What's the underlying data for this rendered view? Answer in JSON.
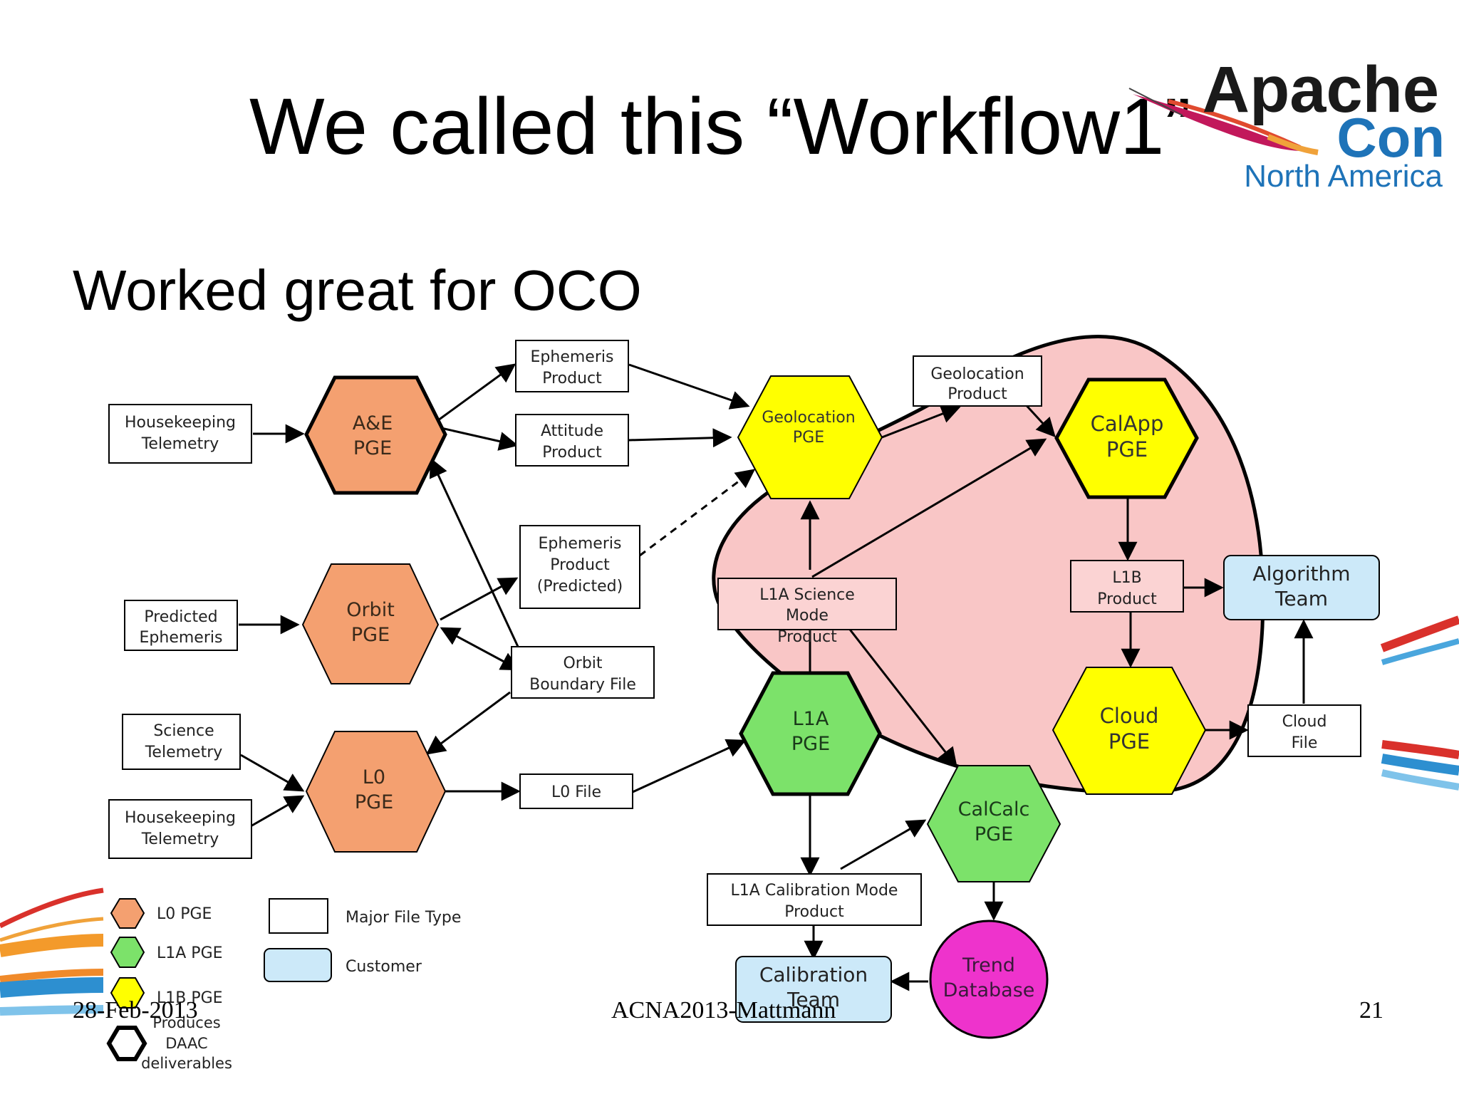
{
  "slide": {
    "title": "We called this “Workflow1”",
    "subtitle": "Worked great for OCO",
    "footer_date": "28-Feb-2013",
    "footer_center": "ACNA2013-Mattmann",
    "page_number": "21"
  },
  "logo": {
    "line1": "Apache",
    "line2": "Con",
    "line3": "North America"
  },
  "colors": {
    "l0_pge": "#f4a070",
    "l1a_pge": "#7ce26a",
    "l1b_pge": "#ffff00",
    "customer": "#cce9f9",
    "trend_db": "#ee33cc",
    "blob": "#f9c6c6"
  },
  "diagram": {
    "pge": {
      "ae": [
        "A&E",
        "PGE"
      ],
      "orbit": [
        "Orbit",
        "PGE"
      ],
      "l0": [
        "L0",
        "PGE"
      ],
      "geoloc": [
        "Geolocation",
        "PGE"
      ],
      "l1a": [
        "L1A",
        "PGE"
      ],
      "calapp": [
        "CalApp",
        "PGE"
      ],
      "cloud": [
        "Cloud",
        "PGE"
      ],
      "calcalc": [
        "CalCalc",
        "PGE"
      ]
    },
    "files": {
      "hk_telemetry_1": [
        "Housekeeping",
        "Telemetry"
      ],
      "predicted_ephemeris": [
        "Predicted",
        "Ephemeris"
      ],
      "science_telemetry": [
        "Science",
        "Telemetry"
      ],
      "hk_telemetry_2": [
        "Housekeeping",
        "Telemetry"
      ],
      "ephemeris_product": [
        "Ephemeris",
        "Product"
      ],
      "attitude_product": [
        "Attitude",
        "Product"
      ],
      "ephemeris_predicted": [
        "Ephemeris",
        "Product",
        "(Predicted)"
      ],
      "orbit_boundary": [
        "Orbit",
        "Boundary File"
      ],
      "l0_file": [
        "L0 File"
      ],
      "geolocation_product": [
        "Geolocation",
        "Product"
      ],
      "l1a_science": [
        "L1A Science",
        "Mode",
        "Product"
      ],
      "l1b_product": [
        "L1B",
        "Product"
      ],
      "cloud_file": [
        "Cloud",
        "File"
      ],
      "l1a_calibration": [
        "L1A Calibration Mode",
        "Product"
      ]
    },
    "customers": {
      "algorithm_team": [
        "Algorithm",
        "Team"
      ],
      "calibration_team": [
        "Calibration",
        "Team"
      ]
    },
    "trend_database": [
      "Trend",
      "Database"
    ],
    "legend": {
      "l0_pge": "L0 PGE",
      "l1a_pge": "L1A PGE",
      "l1b_pge": "L1B PGE",
      "daac": [
        "Produces",
        "DAAC",
        "deliverables"
      ],
      "major_file": "Major File Type",
      "customer": "Customer"
    }
  }
}
